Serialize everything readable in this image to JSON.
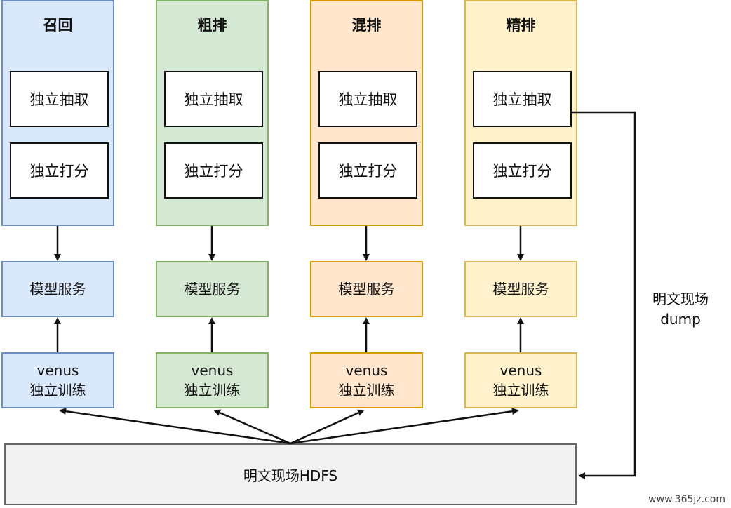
{
  "colors": {
    "recall": {
      "fill": "#dae8fc",
      "stroke": "#6c8ebf"
    },
    "coarse": {
      "fill": "#d5e8d4",
      "stroke": "#82b366"
    },
    "mixed": {
      "fill": "#ffe6cc",
      "stroke": "#d79b00"
    },
    "fine": {
      "fill": "#fff2cc",
      "stroke": "#d6b656"
    }
  },
  "stages": [
    {
      "title": "召回",
      "extract_label": "独立抽取",
      "score_label": "独立打分",
      "model_service_label": "模型服务",
      "venus_line1": "venus",
      "venus_line2": "独立训练"
    },
    {
      "title": "粗排",
      "extract_label": "独立抽取",
      "score_label": "独立打分",
      "model_service_label": "模型服务",
      "venus_line1": "venus",
      "venus_line2": "独立训练"
    },
    {
      "title": "混排",
      "extract_label": "独立抽取",
      "score_label": "独立打分",
      "model_service_label": "模型服务",
      "venus_line1": "venus",
      "venus_line2": "独立训练"
    },
    {
      "title": "精排",
      "extract_label": "独立抽取",
      "score_label": "独立打分",
      "model_service_label": "模型服务",
      "venus_line1": "venus",
      "venus_line2": "独立训练"
    }
  ],
  "hdfs_label": "明文现场HDFS",
  "dump_label_line1": "明文现场",
  "dump_label_line2": "dump",
  "watermark": "www.365jz.com"
}
